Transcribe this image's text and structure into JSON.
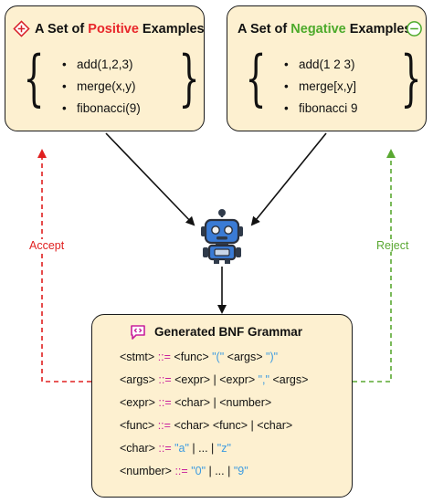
{
  "positive": {
    "title_prefix": "A Set of ",
    "title_highlight": "Positive",
    "title_suffix": " Examples",
    "highlight_color": "#e8262a",
    "items": [
      "add(1,2,3)",
      "merge(x,y)",
      "fibonacci(9)"
    ]
  },
  "negative": {
    "title_prefix": "A Set of ",
    "title_highlight": "Negative",
    "title_suffix": " Examples",
    "highlight_color": "#4caa2a",
    "items": [
      "add(1 2 3)",
      "merge[x,y]",
      "fibonacci 9"
    ]
  },
  "grammar": {
    "title": "Generated BNF Grammar",
    "rules": [
      {
        "lhs": "<stmt>",
        "op": " ::= ",
        "rhs": [
          {
            "t": "<func> "
          },
          {
            "t": "\"(\"",
            "lit": true
          },
          {
            "t": " <args> "
          },
          {
            "t": "\")\"",
            "lit": true
          }
        ]
      },
      {
        "lhs": "<args>",
        "op": " ::= ",
        "rhs": [
          {
            "t": "<expr> | <expr> "
          },
          {
            "t": "\",\"",
            "lit": true
          },
          {
            "t": " <args>"
          }
        ]
      },
      {
        "lhs": "<expr>",
        "op": " ::= ",
        "rhs": [
          {
            "t": "<char> | <number>"
          }
        ]
      },
      {
        "lhs": "<func>",
        "op": " ::= ",
        "rhs": [
          {
            "t": "<char> <func> | <char>"
          }
        ]
      },
      {
        "lhs": "<char>",
        "op": " ::= ",
        "rhs": [
          {
            "t": "\"a\"",
            "lit": true
          },
          {
            "t": " | ... | "
          },
          {
            "t": "\"z\"",
            "lit": true
          }
        ]
      },
      {
        "lhs": "<number>",
        "op": " ::= ",
        "rhs": [
          {
            "t": "\"0\"",
            "lit": true
          },
          {
            "t": " | ... | "
          },
          {
            "t": "\"9\"",
            "lit": true
          }
        ]
      }
    ]
  },
  "edges": {
    "accept_label": "Accept",
    "reject_label": "Reject",
    "accept_color": "#e02020",
    "reject_color": "#5aa832"
  },
  "icons": {
    "positive": "plus-diamond-icon",
    "negative": "minus-circle-icon",
    "robot": "robot-icon",
    "grammar": "speech-bubble-code-icon"
  }
}
